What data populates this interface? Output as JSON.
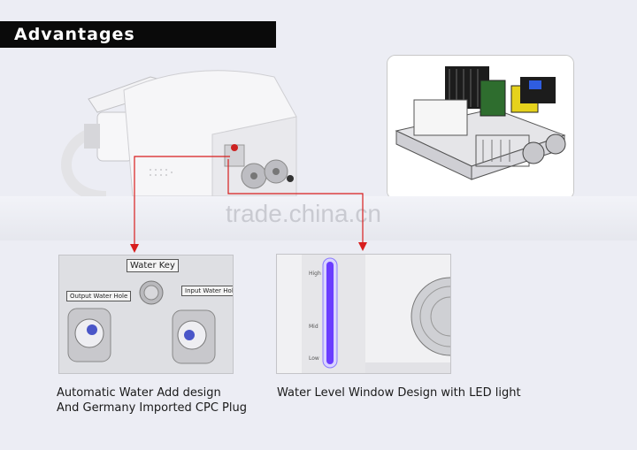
{
  "header": {
    "title": "Advantages"
  },
  "watermark": {
    "text": "trade.china.cn"
  },
  "photo_left": {
    "labels": {
      "water_key": "Water Key",
      "output": "Output Water Hole",
      "input": "Input Water Hole"
    }
  },
  "photo_right": {
    "scale": {
      "top": "High",
      "mid": "Mid",
      "bottom": "Low"
    }
  },
  "captions": {
    "left_line1": "Automatic Water Add design",
    "left_line2": "And Germany Imported CPC Plug",
    "right": "Water Level Window Design with LED light"
  },
  "colors": {
    "header_bg": "#0a0a0a",
    "arrow": "#d81e1e",
    "led": "#6a3cff"
  }
}
